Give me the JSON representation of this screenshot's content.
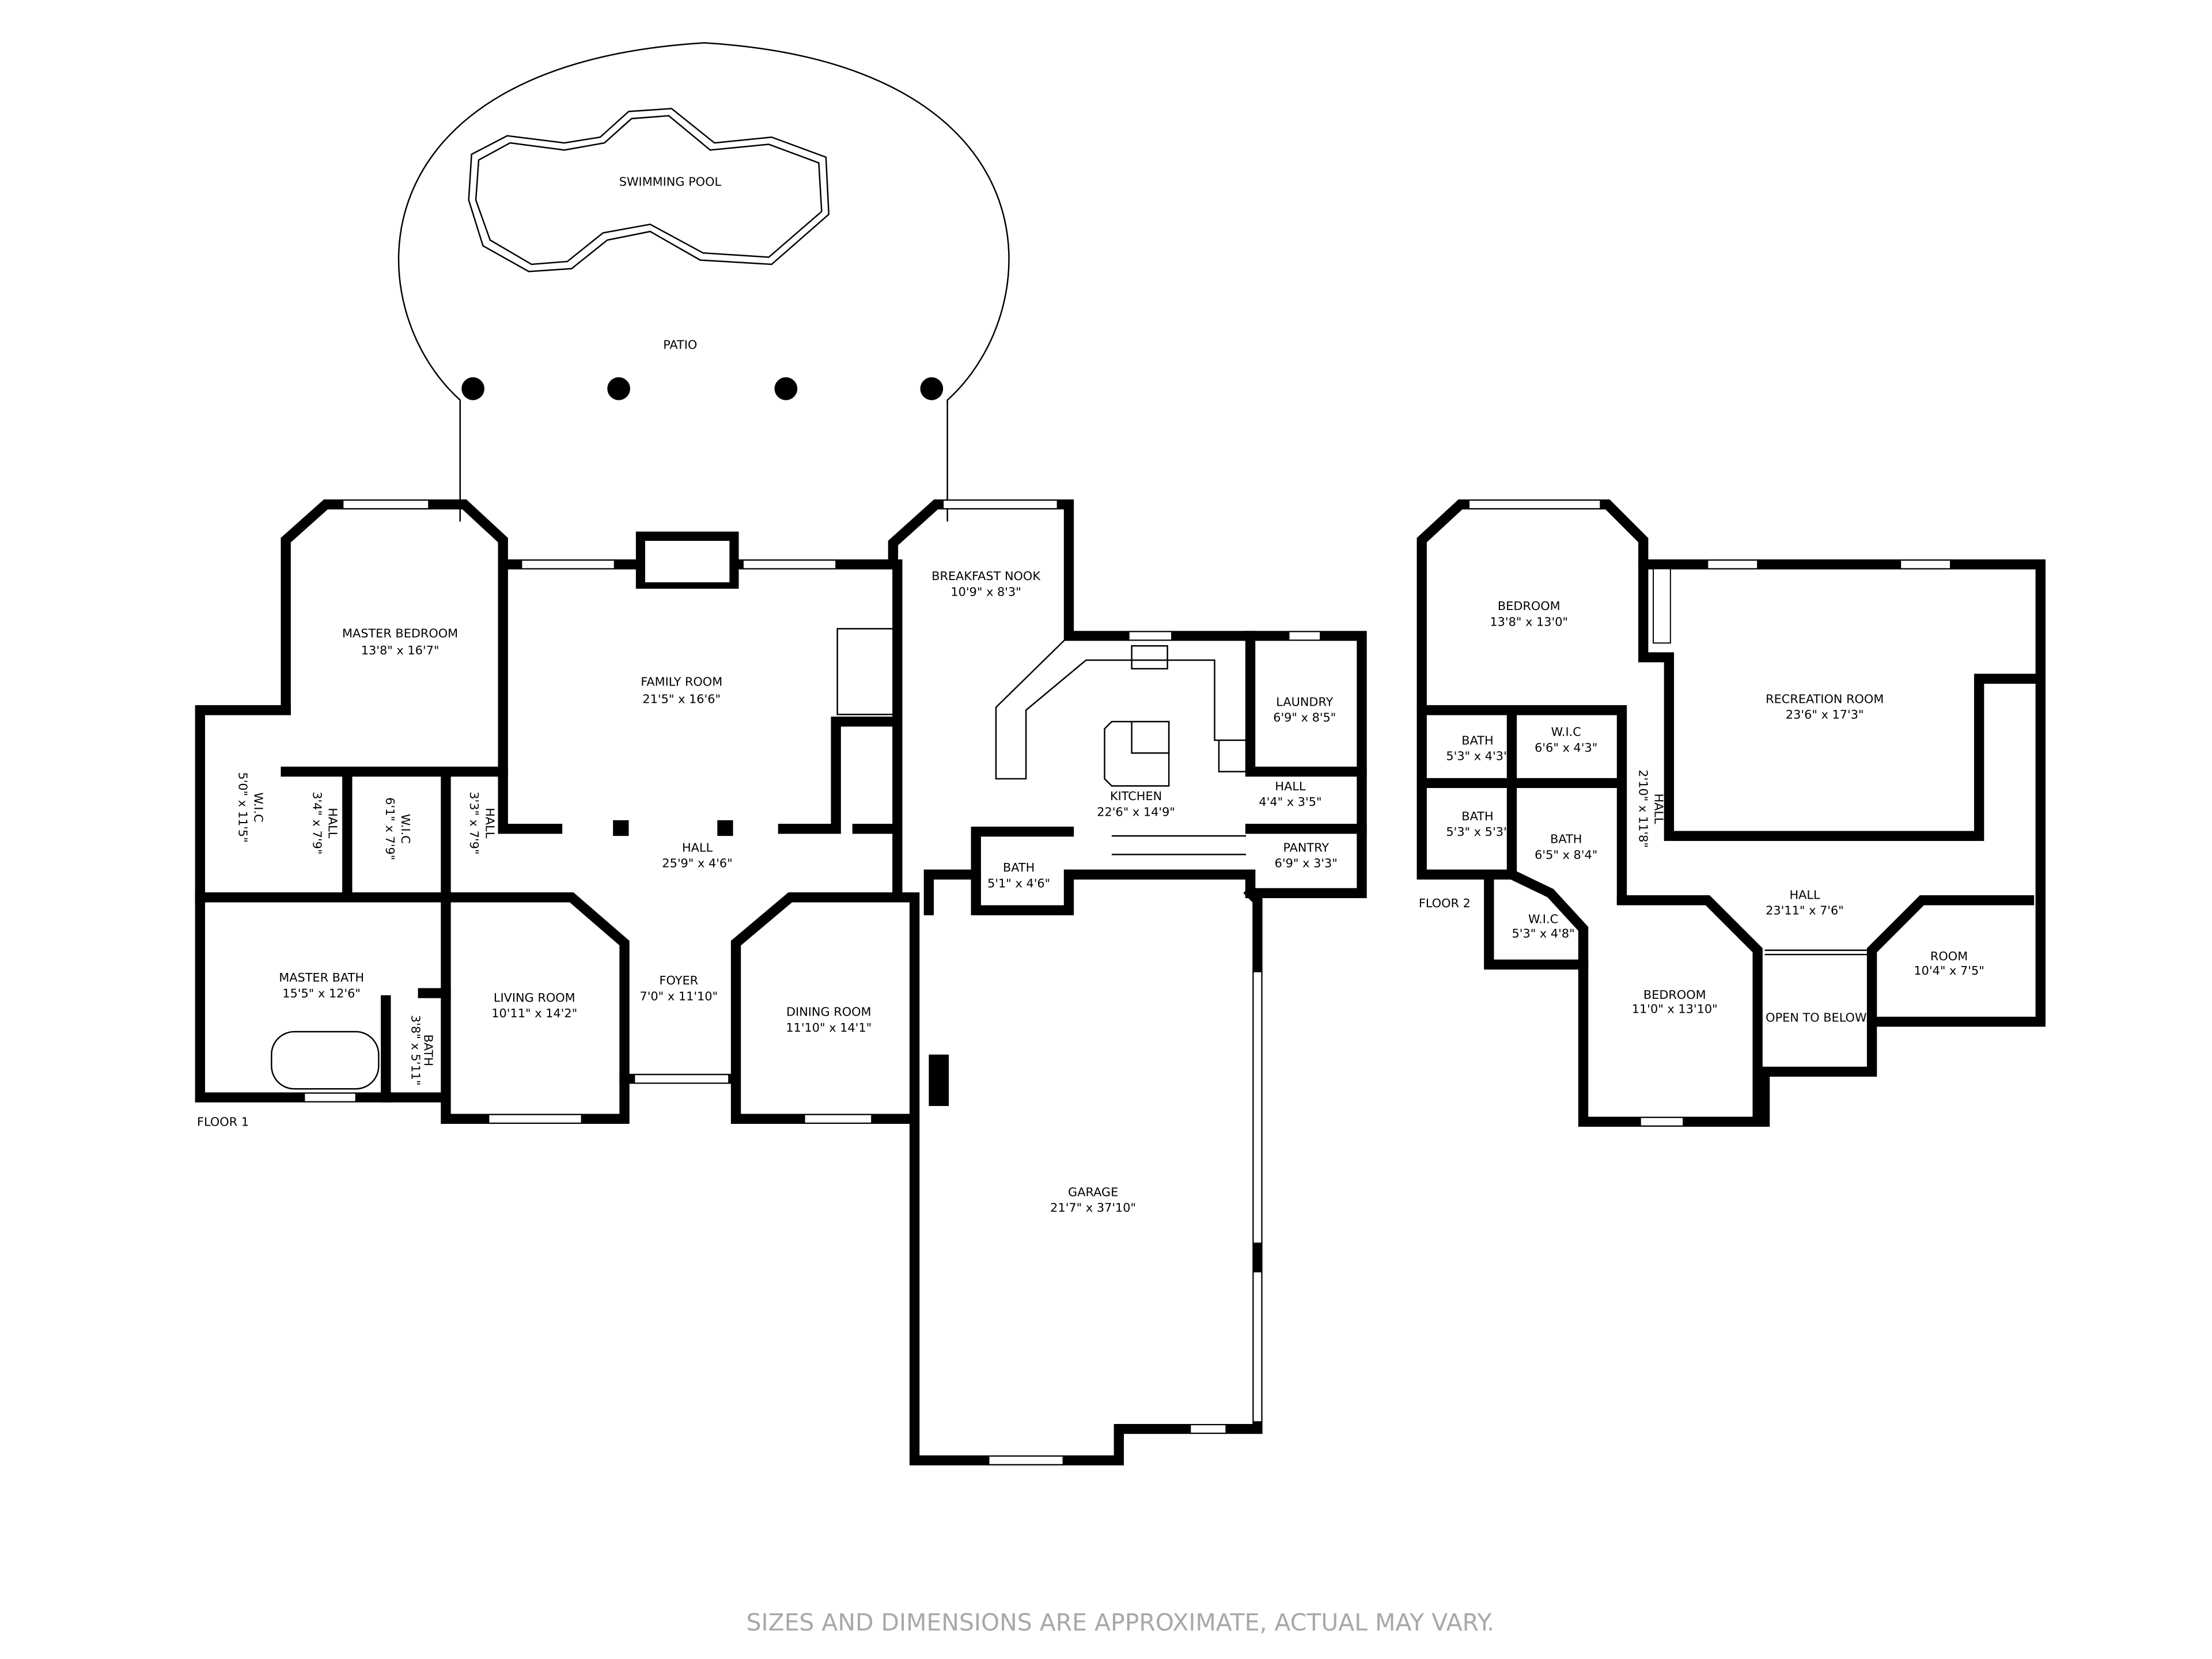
{
  "floors": {
    "floor1": "FLOOR 1",
    "floor2": "FLOOR 2"
  },
  "outdoor": {
    "pool": "SWIMMING POOL",
    "patio": "PATIO"
  },
  "rooms_floor1": [
    {
      "name": "MASTER BEDROOM",
      "size": "13'8\" x 16'7\""
    },
    {
      "name": "FAMILY ROOM",
      "size": "21'5\" x 16'6\""
    },
    {
      "name": "BREAKFAST NOOK",
      "size": "10'9\" x 8'3\""
    },
    {
      "name": "KITCHEN",
      "size": "22'6\" x 14'9\""
    },
    {
      "name": "LAUNDRY",
      "size": "6'9\" x 8'5\""
    },
    {
      "name": "HALL",
      "size": "4'4\" x 3'5\""
    },
    {
      "name": "PANTRY",
      "size": "6'9\" x 3'3\""
    },
    {
      "name": "BATH",
      "size": "5'1\" x 4'6\""
    },
    {
      "name": "HALL",
      "size": "25'9\" x 4'6\""
    },
    {
      "name": "MASTER BATH",
      "size": "15'5\" x 12'6\""
    },
    {
      "name": "LIVING ROOM",
      "size": "10'11\" x 14'2\""
    },
    {
      "name": "FOYER",
      "size": "7'0\" x 11'10\""
    },
    {
      "name": "DINING ROOM",
      "size": "11'10\" x 14'1\""
    },
    {
      "name": "GARAGE",
      "size": "21'7\" x 37'10\""
    },
    {
      "name": "W.I.C",
      "size": "5'0\" x 11'5\""
    },
    {
      "name": "HALL",
      "size": "3'4\" x 7'9\""
    },
    {
      "name": "W.I.C",
      "size": "6'1\" x 7'9\""
    },
    {
      "name": "HALL",
      "size": "3'3\" x 7'9\""
    },
    {
      "name": "BATH",
      "size": "3'8\" x 5'11\""
    }
  ],
  "rooms_floor2": [
    {
      "name": "BEDROOM",
      "size": "13'8\" x 13'0\""
    },
    {
      "name": "RECREATION ROOM",
      "size": "23'6\" x 17'3\""
    },
    {
      "name": "BATH",
      "size": "5'3\" x 4'3\""
    },
    {
      "name": "W.I.C",
      "size": "6'6\" x 4'3\""
    },
    {
      "name": "BATH",
      "size": "5'3\" x 5'3\""
    },
    {
      "name": "BATH",
      "size": "6'5\" x 8'4\""
    },
    {
      "name": "HALL",
      "size": "2'10\" x 11'8\""
    },
    {
      "name": "HALL",
      "size": "23'11\" x 7'6\""
    },
    {
      "name": "W.I.C",
      "size": "5'3\" x 4'8\""
    },
    {
      "name": "BEDROOM",
      "size": "11'0\" x 13'10\""
    },
    {
      "name": "OPEN TO BELOW",
      "size": ""
    },
    {
      "name": "ROOM",
      "size": "10'4\" x 7'5\""
    }
  ],
  "disclaimer": "SIZES AND DIMENSIONS ARE APPROXIMATE, ACTUAL MAY VARY."
}
